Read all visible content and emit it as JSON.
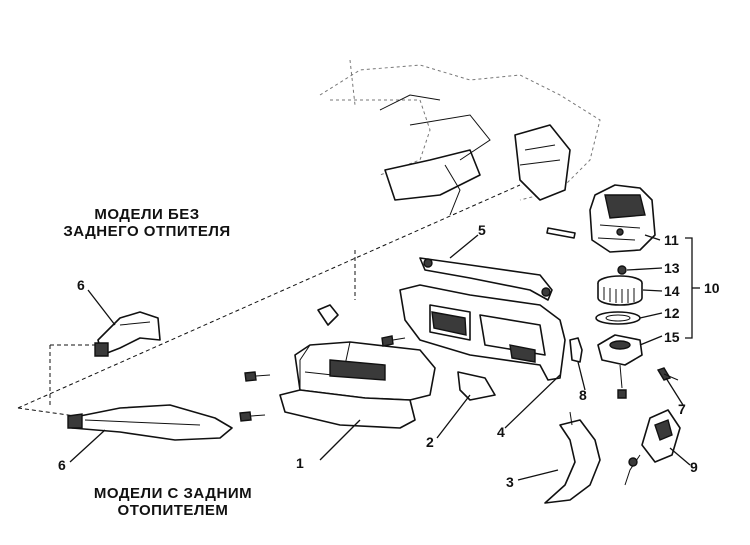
{
  "captions": {
    "without_rear_heater_line1": "МОДЕЛИ БЕЗ",
    "without_rear_heater_line2": "ЗАДНЕГО ОТПИТЕЛЯ",
    "with_rear_heater_line1": "МОДЕЛИ С ЗАДНИМ",
    "with_rear_heater_line2": "ОТОПИТЕЛЕМ"
  },
  "callouts": {
    "c1": "1",
    "c2": "2",
    "c3": "3",
    "c4": "4",
    "c5": "5",
    "c6a": "6",
    "c6b": "6",
    "c7": "7",
    "c8": "8",
    "c9": "9",
    "c10": "10",
    "c11": "11",
    "c12": "12",
    "c13": "13",
    "c14": "14",
    "c15": "15"
  },
  "colors": {
    "ink": "#111111",
    "background": "#ffffff"
  }
}
